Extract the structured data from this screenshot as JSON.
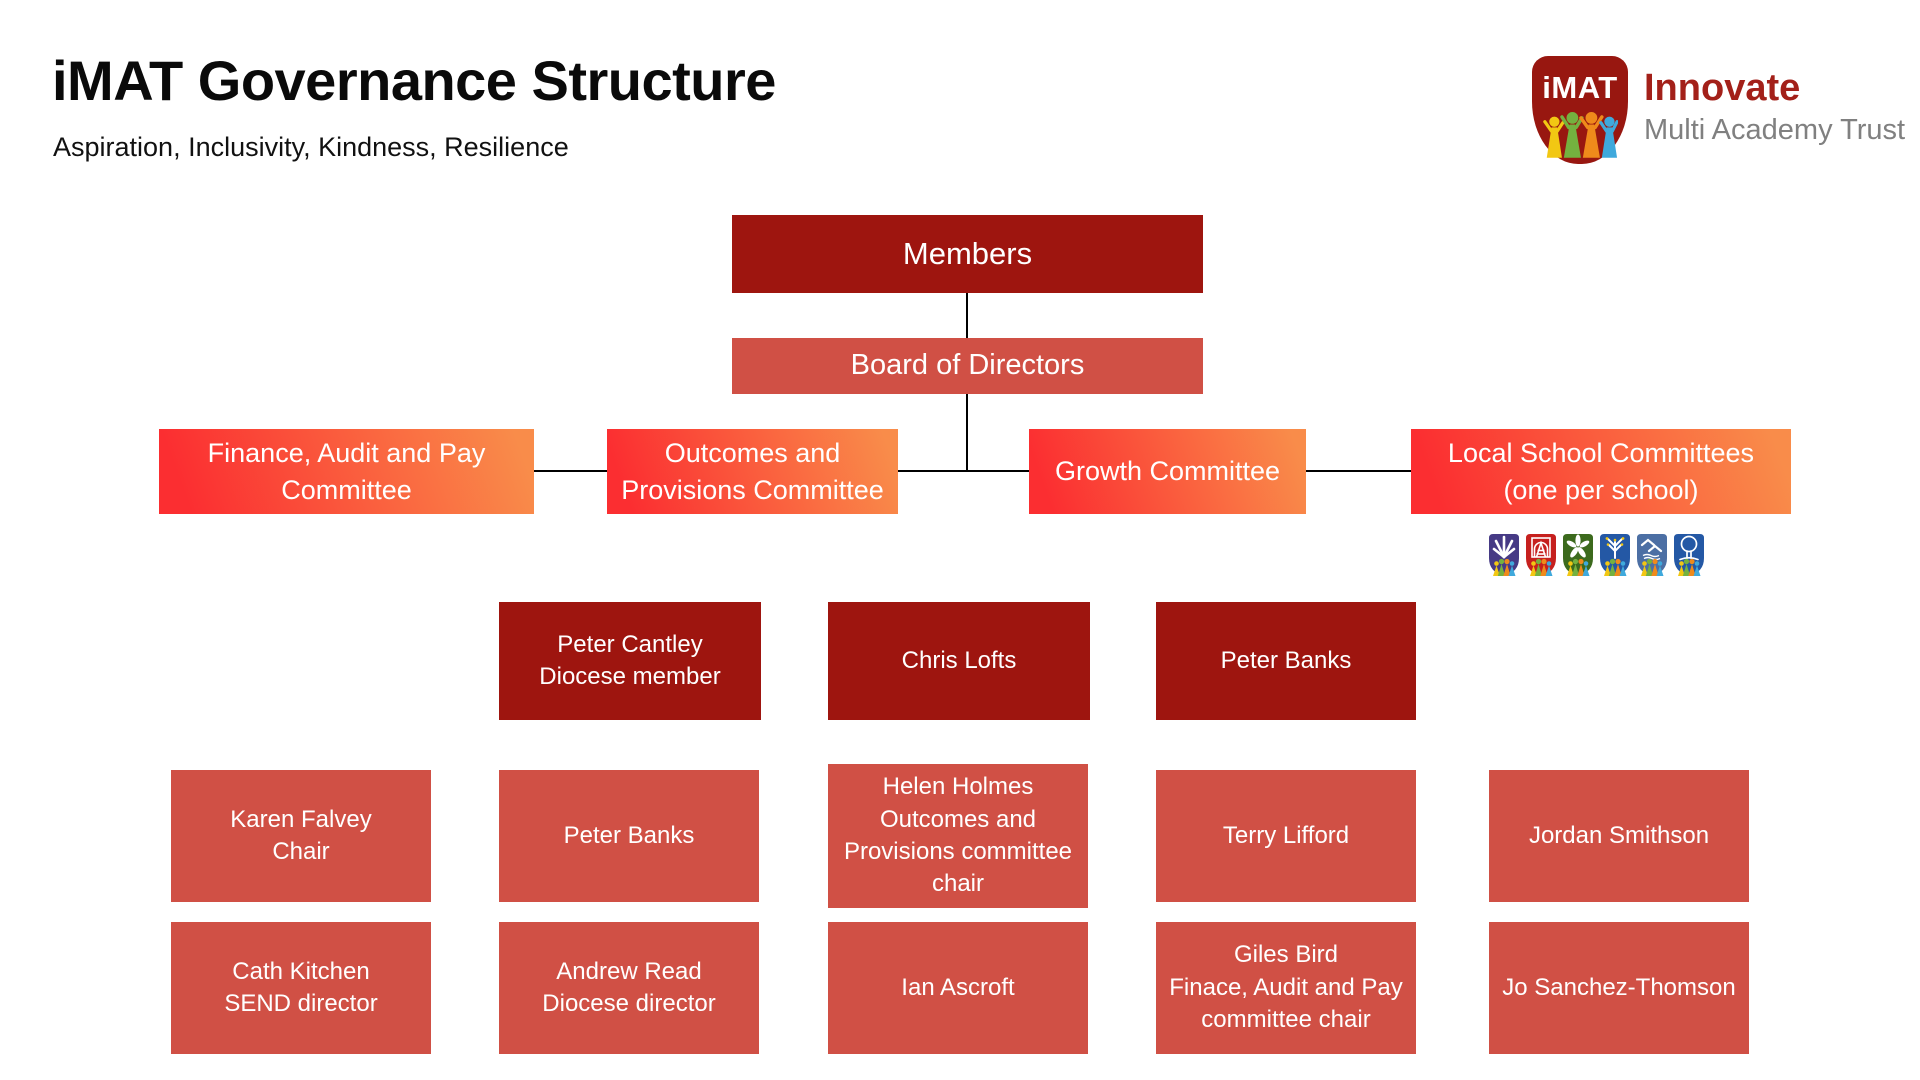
{
  "header": {
    "title": "iMAT Governance Structure",
    "subtitle": "Aspiration, Inclusivity, Kindness, Resilience"
  },
  "logo": {
    "shield_text": "iMAT",
    "brand": "Innovate",
    "brand_sub": "Multi Academy Trust"
  },
  "palette": {
    "dark_red": "#9e150f",
    "coral_red": "#d05045",
    "gradient_red": "#fb2e31",
    "gradient_orange": "#f98c4a",
    "connector_black": "#000000",
    "logo_shield_red": "#981710",
    "innovate_red": "#a32019",
    "trust_gray": "#808080"
  },
  "org": {
    "members_label": "Members",
    "board_label": "Board of Directors",
    "committees": [
      {
        "label": "Finance, Audit and Pay\nCommittee"
      },
      {
        "label": "Outcomes and\nProvisions Committee"
      },
      {
        "label": "Growth Committee"
      },
      {
        "label": "Local School Committees\n(one per school)"
      }
    ],
    "trustee_boxes": [
      {
        "text": "Peter Cantley\nDiocese member"
      },
      {
        "text": "Chris Lofts"
      },
      {
        "text": "Peter Banks"
      }
    ],
    "director_boxes_row1": [
      {
        "text": "Karen Falvey\nChair"
      },
      {
        "text": "Peter Banks"
      },
      {
        "text": "Helen Holmes\nOutcomes and\nProvisions committee\nchair"
      },
      {
        "text": "Terry Lifford"
      },
      {
        "text": "Jordan Smithson"
      }
    ],
    "director_boxes_row2": [
      {
        "text": "Cath Kitchen\nSEND director"
      },
      {
        "text": "Andrew Read\nDiocese director"
      },
      {
        "text": "Ian Ascroft"
      },
      {
        "text": "Giles Bird\nFinace, Audit and Pay\ncommittee chair"
      },
      {
        "text": "Jo Sanchez-Thomson"
      }
    ]
  },
  "crests": [
    {
      "name": "chestnut-leaf-crest",
      "shield_color": "#463a85"
    },
    {
      "name": "railway-tunnel-crest",
      "shield_color": "#c6201e"
    },
    {
      "name": "flower-crest",
      "shield_color": "#3c6a1d"
    },
    {
      "name": "orchard-tree-crest",
      "shield_color": "#2458a5"
    },
    {
      "name": "geese-crest",
      "shield_color": "#4c6fa4"
    },
    {
      "name": "oak-tree-crest",
      "shield_color": "#2458a5"
    }
  ]
}
